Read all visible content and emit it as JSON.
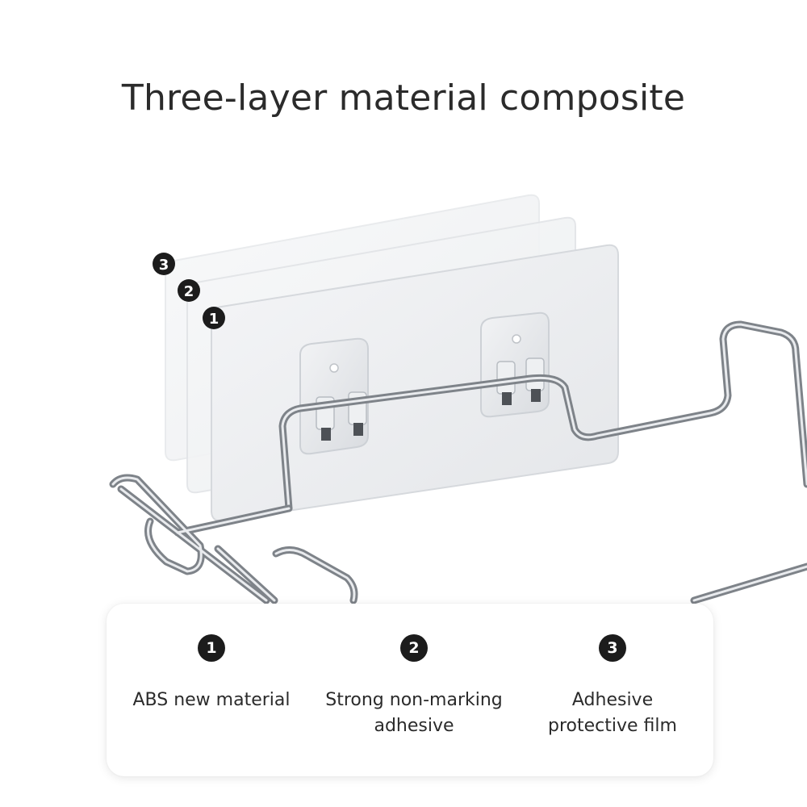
{
  "title": "Three-layer material composite",
  "layer_markers": [
    "3",
    "2",
    "1"
  ],
  "features": [
    {
      "number": "1",
      "label": "ABS new material"
    },
    {
      "number": "2",
      "label": "Strong non-marking\nadhesive"
    },
    {
      "number": "3",
      "label": "Adhesive\nprotective film"
    }
  ],
  "colors": {
    "text": "#2b2b2b",
    "badge": "#1c1c1c",
    "metal": "#b8bcc2"
  }
}
